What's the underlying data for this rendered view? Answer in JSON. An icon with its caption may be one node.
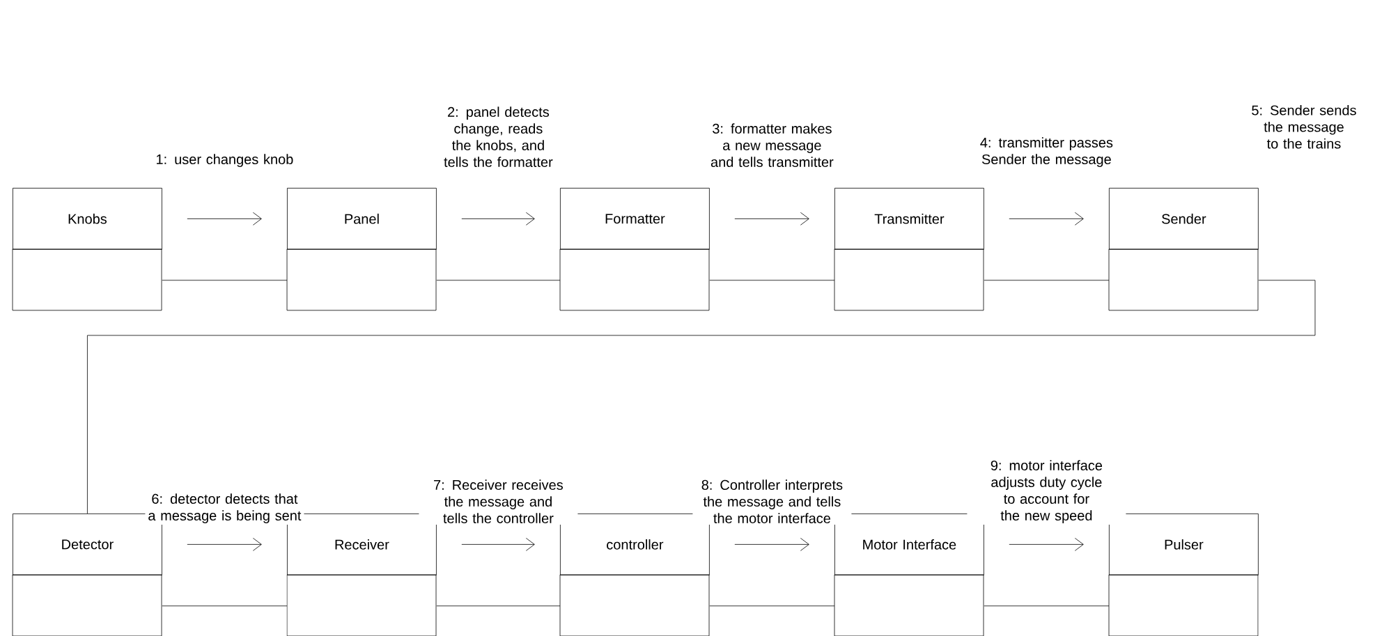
{
  "diagram": {
    "nodes": [
      {
        "text": [
          "Knobs"
        ]
      },
      {
        "text": [
          "Panel"
        ]
      },
      {
        "text": [
          "Formatter"
        ]
      },
      {
        "text": [
          "Transmitter"
        ]
      },
      {
        "text": [
          "Sender"
        ]
      },
      {
        "text": [
          "Detector"
        ]
      },
      {
        "text": [
          "Receiver"
        ]
      },
      {
        "text": [
          "controller"
        ]
      },
      {
        "text": [
          "Motor Interface"
        ]
      },
      {
        "text": [
          "Pulser"
        ]
      }
    ],
    "edges": [
      {
        "from": 0,
        "to": 1,
        "arrow": "to",
        "label": "1: user changes knob"
      },
      {
        "from": 1,
        "to": 2,
        "arrow": "to",
        "label": "2: panel detects change, reads the knobs, and tells the formatter"
      },
      {
        "from": 2,
        "to": 3,
        "arrow": "to",
        "label": "3: formatter makes a new message and tells transmitter"
      },
      {
        "from": 3,
        "to": 4,
        "arrow": "to",
        "label": "4: transmitter passes Sender the message"
      },
      {
        "from": 5,
        "to": 6,
        "arrow": "to",
        "label": "6: detector detects that a message is being sent"
      },
      {
        "from": 6,
        "to": 7,
        "arrow": "to",
        "label": "7: Receiver receives the message and tells the controller"
      },
      {
        "from": 7,
        "to": 8,
        "arrow": "to",
        "label": "8: Controller interprets the message and tells the motor interface"
      },
      {
        "from": 8,
        "to": 9,
        "arrow": "to",
        "label": "9: motor interface adjusts duty cycle to account for the new speed"
      },
      {
        "from": 0,
        "to": 1,
        "arrow": "none"
      },
      {
        "from": 1,
        "to": 2,
        "arrow": "none"
      },
      {
        "from": 2,
        "to": 3,
        "arrow": "none"
      },
      {
        "from": 3,
        "to": 4,
        "arrow": "none"
      },
      {
        "from": 4,
        "to": 5,
        "arrow": "none"
      },
      {
        "from": 5,
        "to": 6,
        "arrow": "none"
      },
      {
        "from": 6,
        "to": 7,
        "arrow": "none"
      },
      {
        "from": 7,
        "to": 8,
        "arrow": "none"
      },
      {
        "from": 8,
        "to": 9,
        "arrow": "none"
      }
    ],
    "labels": [
      "5: Sender sends the message to the trains"
    ]
  }
}
